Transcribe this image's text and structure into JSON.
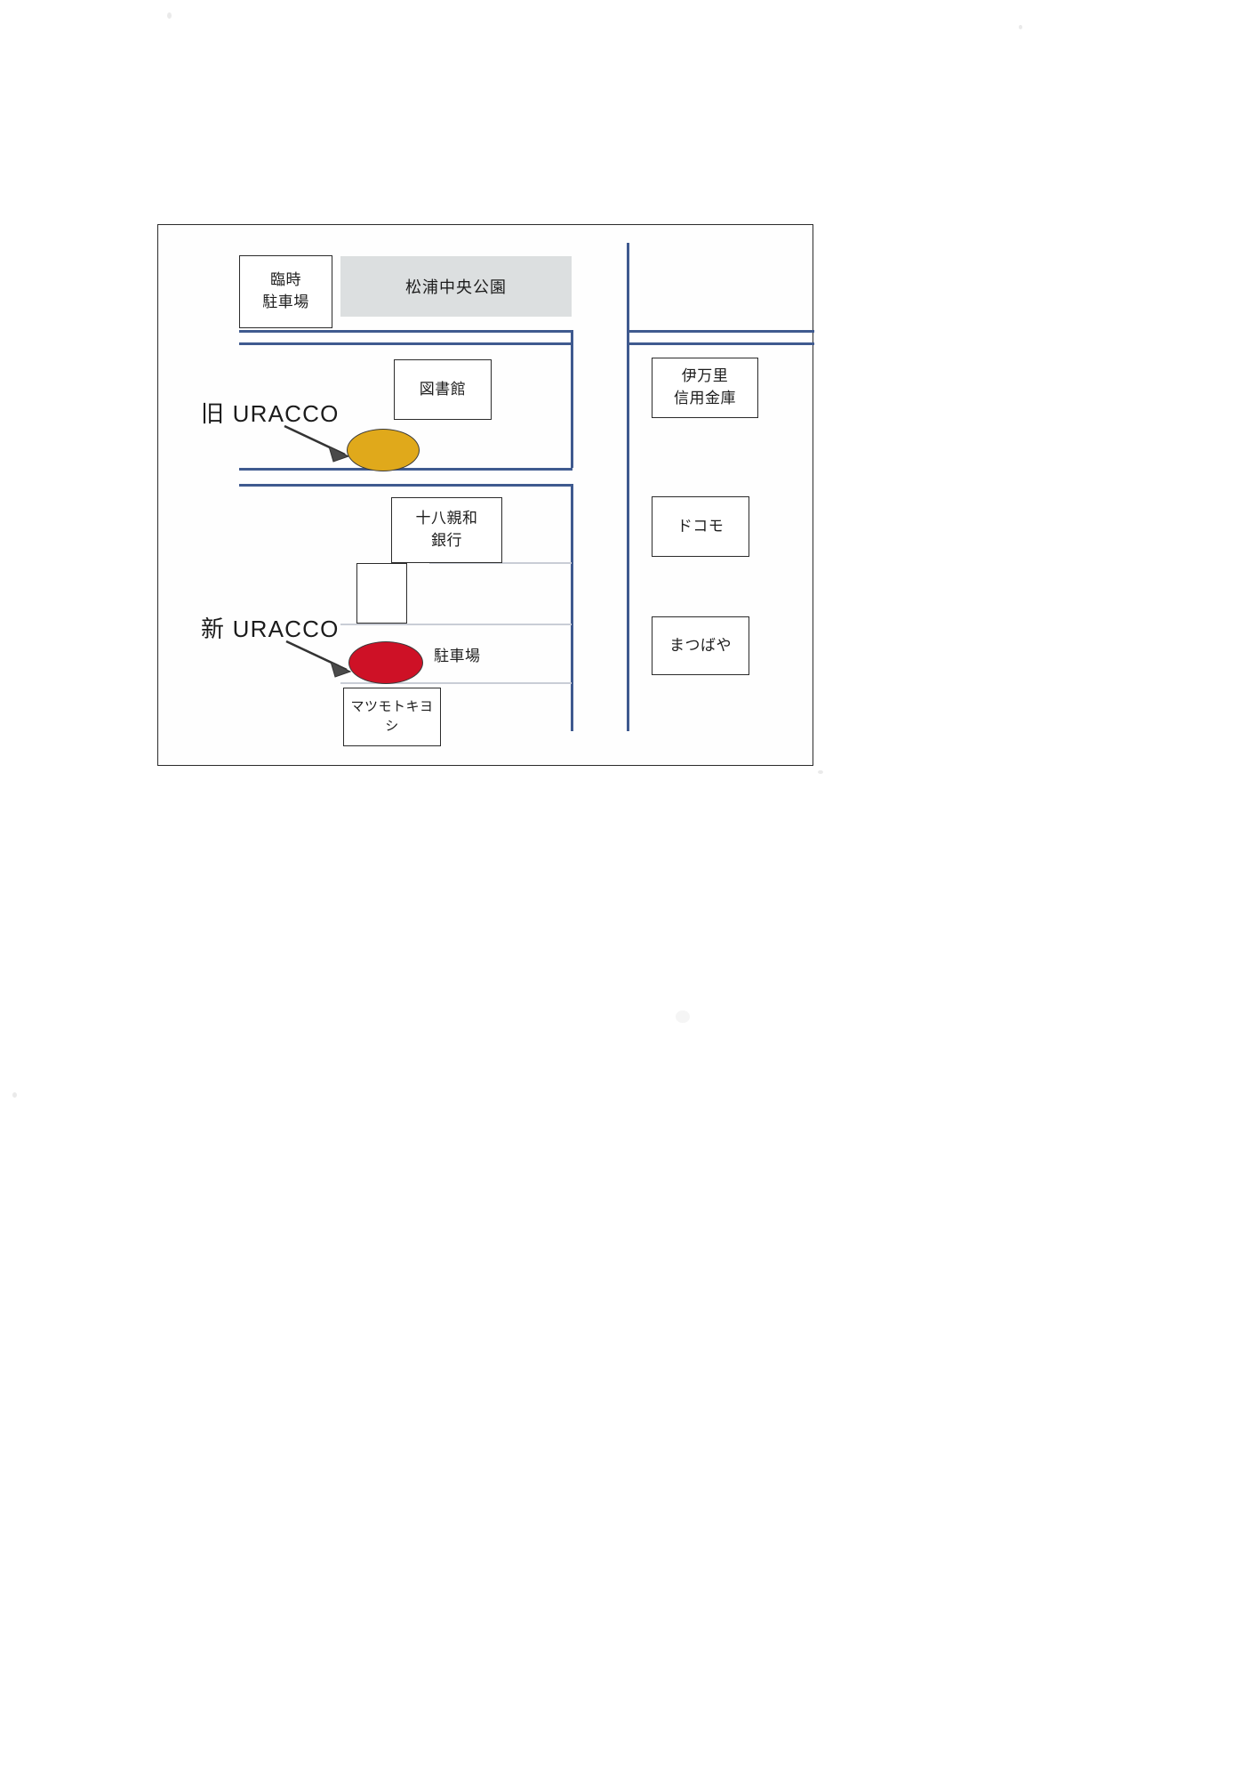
{
  "document": {
    "type": "scanned-location-map",
    "title": "URACCO location map (old and new)"
  },
  "map": {
    "frame": {
      "border_color": "#2b2b2b"
    },
    "road_color": "#3f5a8f",
    "park": {
      "name": "matsuura-central-park",
      "label": "松浦中央公園",
      "fill": "#dcdfe0"
    },
    "places": [
      {
        "name": "temporary-parking",
        "label": "臨時\n駐車場"
      },
      {
        "name": "library",
        "label": "図書館"
      },
      {
        "name": "imari-shinkin-bank",
        "label": "伊万里\n信用金庫"
      },
      {
        "name": "juhachi-shinwa-bank",
        "label": "十八親和\n銀行"
      },
      {
        "name": "docomo",
        "label": "ドコモ"
      },
      {
        "name": "matsubaya",
        "label": "まつばや"
      },
      {
        "name": "matsumoto-kiyoshi",
        "label": "マツモトキヨシ"
      },
      {
        "name": "unnamed-building",
        "label": ""
      }
    ],
    "plain_labels": [
      {
        "name": "parking-lot-label",
        "label": "駐車場"
      }
    ],
    "callouts": [
      {
        "name": "old-uracco",
        "label": "旧 URACCO",
        "marker_color": "#E0A91B",
        "marker_shape": "ellipse"
      },
      {
        "name": "new-uracco",
        "label": "新 URACCO",
        "marker_color": "#CE1126",
        "marker_shape": "ellipse"
      }
    ]
  }
}
